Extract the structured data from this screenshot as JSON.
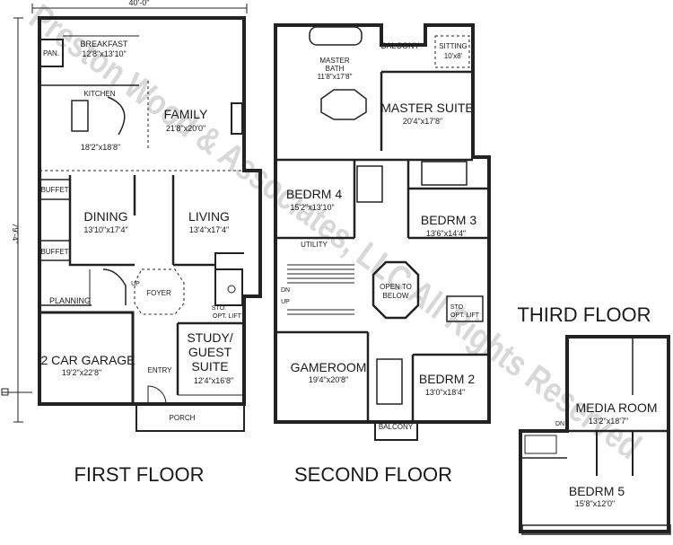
{
  "watermark": "Preston Wood & Associates, LLC  All Rights Reserved",
  "dimensions": {
    "width": "40'-0\"",
    "depth": "79'-4\""
  },
  "floors": {
    "first": "FIRST FLOOR",
    "second": "SECOND FLOOR",
    "third": "THIRD FLOOR"
  },
  "rooms": {
    "pan": "PAN.",
    "breakfast": "BREAKFAST",
    "breakfast_size": "12'8\"x13'10\"",
    "kitchen": "KITCHEN",
    "kitchen_size": "18'2\"x18'8\"",
    "family": "FAMILY",
    "family_size": "21'8\"x20'0\"",
    "buffet_upper": "BUFFET",
    "buffet_lower": "BUFFET",
    "dining": "DINING",
    "dining_size": "13'10\"x17'4\"",
    "living": "LIVING",
    "living_size": "13'4\"x17'4\"",
    "foyer": "FOYER",
    "up_first": "UP",
    "planning": "PLANNING",
    "sto_first": "STO.",
    "opt_lift_first": "OPT. LIFT",
    "garage": "2 CAR GARAGE",
    "garage_size": "19'2\"x22'8\"",
    "study_line1": "STUDY/",
    "study_line2": "GUEST",
    "study_line3": "SUITE",
    "study_size": "12'4\"x16'8\"",
    "entry": "ENTRY",
    "porch": "PORCH",
    "master_bath_line1": "MASTER",
    "master_bath_line2": "BATH",
    "master_bath_size": "11'8\"x17'8\"",
    "balcony_top": "BALCONY",
    "sitting": "SITTING",
    "sitting_size": "10'x8'",
    "master_suite": "MASTER SUITE",
    "master_suite_size": "20'4\"x17'8\"",
    "bedrm4": "BEDRM 4",
    "bedrm4_size": "15'2\"x13'10\"",
    "bedrm3": "BEDRM 3",
    "bedrm3_size": "13'6\"x14'4\"",
    "utility": "UTILITY",
    "open_line1": "OPEN TO",
    "open_line2": "BELOW",
    "dn_second": "DN",
    "up_second": "UP",
    "sto_second": "STO.",
    "opt_lift_second": "OPT. LIFT",
    "gameroom": "GAMEROOM",
    "gameroom_size": "19'4\"x20'8\"",
    "bedrm2": "BEDRM 2",
    "bedrm2_size": "13'0\"x18'4\"",
    "balcony_bottom": "BALCONY",
    "media_room": "MEDIA ROOM",
    "media_size": "13'2\"x18'7\"",
    "dn_third": "DN",
    "bedrm5": "BEDRM 5",
    "bedrm5_size": "15'8\"x12'0\""
  }
}
